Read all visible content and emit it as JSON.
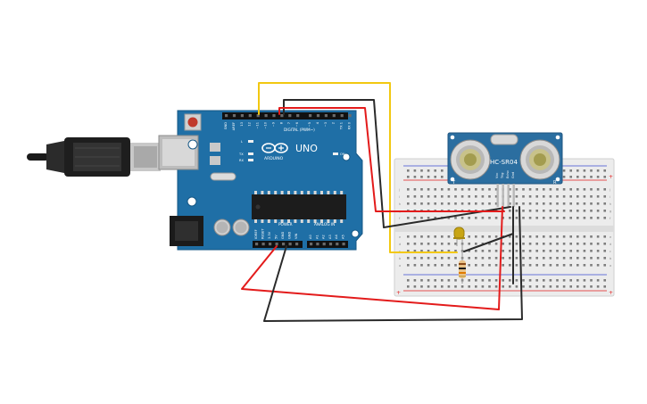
{
  "arduino": {
    "brand": "ARDUINO",
    "model": "UNO",
    "digital_header": "DIGITAL (PWM~)",
    "power_header": "POWER",
    "analog_header": "ANALOG IN",
    "led_l": "L",
    "led_tx": "TX",
    "led_rx": "RX",
    "led_on": "ON",
    "digital_pins": [
      "13",
      "12",
      "~11",
      "~10",
      "~9",
      "8",
      "7",
      "~6",
      "~5",
      "4",
      "~3",
      "2",
      "TX 1",
      "RX 0"
    ],
    "top_left_pins": [
      "GND",
      "AREF"
    ],
    "power_pins": [
      "IOREF",
      "RESET",
      "3.3V",
      "5V",
      "GND",
      "GND",
      "VIN"
    ],
    "analog_pins": [
      "A0",
      "A1",
      "A2",
      "A3",
      "A4",
      "A5"
    ]
  },
  "sensor": {
    "name": "HC-SR04",
    "pins": [
      "Vcc",
      "Trig",
      "Echo",
      "Gnd"
    ],
    "left_mark": "T",
    "right_mark": "R"
  },
  "breadboard": {
    "row_letters": [
      "j",
      "i",
      "h",
      "g",
      "f",
      "e",
      "d",
      "c",
      "b",
      "a"
    ]
  },
  "colors": {
    "board": "#1f6fa6",
    "wire_red": "#e31b1b",
    "wire_black": "#2a2a2a",
    "wire_yellow": "#f2c811",
    "breadboard": "#ececec",
    "sensor_pcb": "#2b6ea0"
  }
}
